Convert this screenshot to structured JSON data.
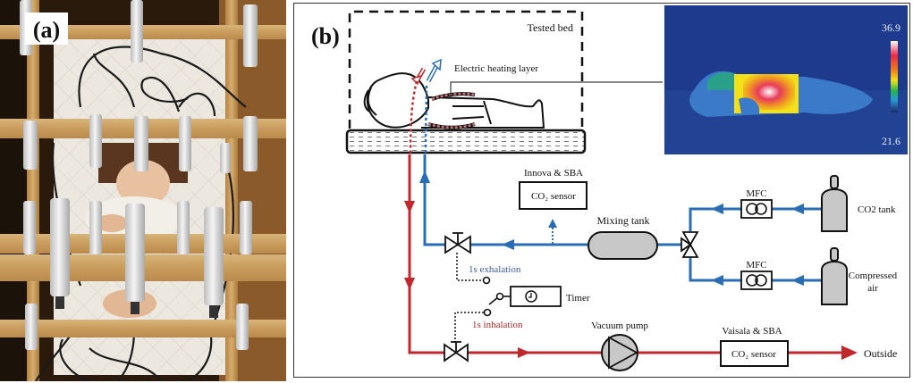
{
  "figure": {
    "panel_a": {
      "tag": "(a)",
      "description": "Photograph of infant manikin on mattress inside wooden frame with array of CO2 sensors"
    },
    "panel_b": {
      "tag": "(b)",
      "labels": {
        "tested_bed": "Tested bed",
        "heating_layer": "Electric heating layer",
        "innova_sba": "Innova & SBA",
        "co2_sensor_top": "CO₂ sensor",
        "mixing_tank": "Mixing tank",
        "mfc_top": "MFC",
        "mfc_bottom": "MFC",
        "co2_tank": "CO2 tank",
        "compressed_air_line1": "Compressed",
        "compressed_air_line2": "air",
        "exhalation": "1s exhalation",
        "inhalation": "1s inhalation",
        "timer": "Timer",
        "vacuum_pump": "Vacuum pump",
        "vaisala_sba": "Vaisala & SBA",
        "co2_sensor_bottom": "CO₂ sensor",
        "outside": "Outside"
      },
      "thermal_image": {
        "scale_max": "36.9",
        "scale_min": "21.6"
      },
      "colors": {
        "exhalation_line": "#2a6db5",
        "inhalation_line": "#c0282d",
        "exhalation_text": "#3a5aa0",
        "inhalation_text": "#b0282d",
        "component_fill": "#c8c8c8",
        "thermal_background": "#1e3a8c"
      }
    }
  }
}
